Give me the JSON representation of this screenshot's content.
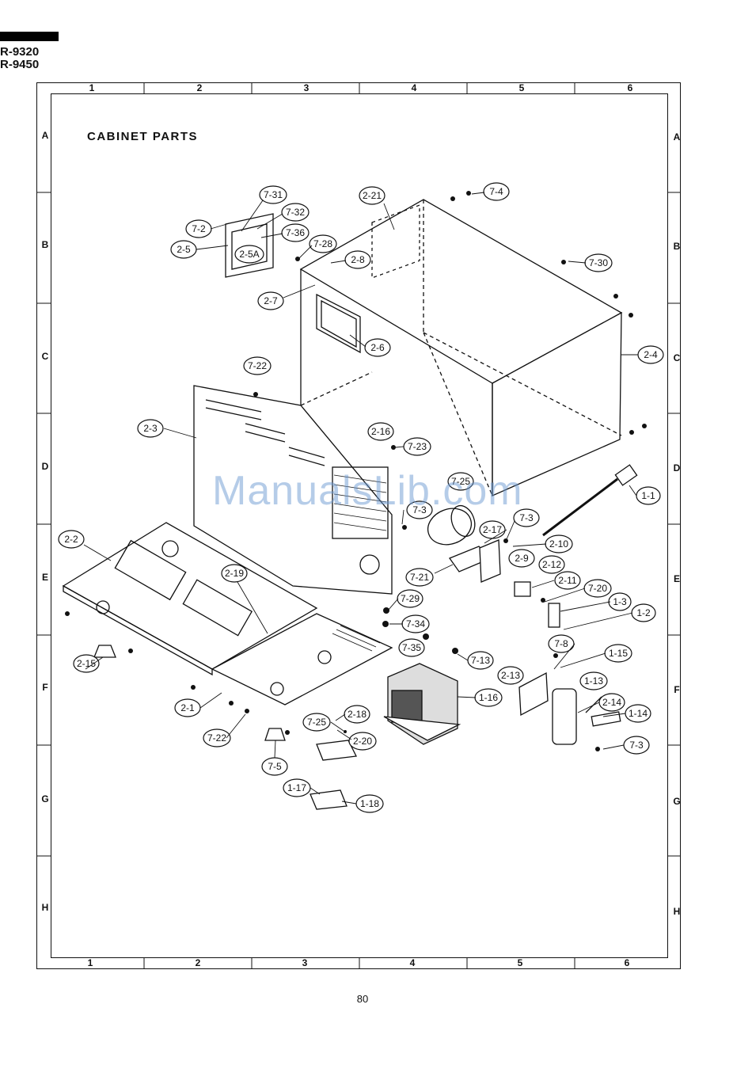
{
  "header": {
    "models": [
      "R-9320",
      "R-9450"
    ]
  },
  "grid": {
    "columns": [
      "1",
      "2",
      "3",
      "4",
      "5",
      "6"
    ],
    "rows": [
      "A",
      "B",
      "C",
      "D",
      "E",
      "F",
      "G",
      "H"
    ]
  },
  "title": "CABINET PARTS",
  "watermark": "ManualsLib.com",
  "page_number": "80",
  "callouts": [
    "7-31",
    "7-32",
    "7-2",
    "7-36",
    "2-5",
    "2-5A",
    "7-28",
    "2-8",
    "2-7",
    "2-21",
    "7-4",
    "7-30",
    "2-6",
    "2-4",
    "7-22",
    "2-3",
    "2-16",
    "7-23",
    "1-1",
    "7-25",
    "7-3",
    "2-17",
    "7-3",
    "2-10",
    "2-2",
    "2-19",
    "2-9",
    "2-12",
    "7-21",
    "2-11",
    "7-20",
    "7-29",
    "1-3",
    "1-2",
    "7-34",
    "2-15",
    "7-35",
    "7-13",
    "7-8",
    "1-15",
    "2-13",
    "1-13",
    "1-16",
    "2-14",
    "1-14",
    "2-1",
    "7-3",
    "7-22",
    "7-25",
    "2-18",
    "2-20",
    "7-5",
    "1-17",
    "1-18"
  ]
}
